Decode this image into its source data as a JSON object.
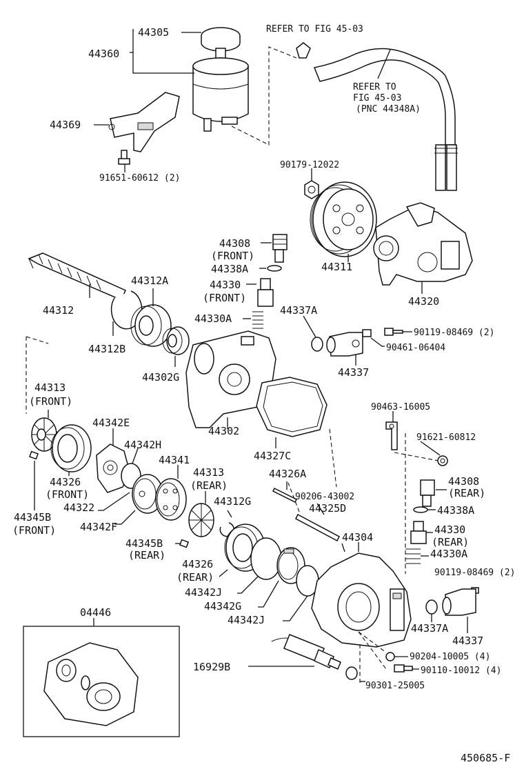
{
  "diagram_id": "450685-F",
  "references": {
    "top": "REFER TO FIG 45-03",
    "hose_line1": "REFER TO",
    "hose_line2": "FIG 45-03",
    "hose_line3": "(PNC 44348A)"
  },
  "callouts": [
    "44305",
    "44360",
    "44369",
    "91651-60612 (2)",
    "90179-12022",
    "44311",
    "44320",
    "44308",
    "(FRONT)",
    "44338A",
    "44330",
    "(FRONT)",
    "44330A",
    "44312A",
    "44312",
    "44312B",
    "44302G",
    "44337A",
    "90119-08469 (2)",
    "90461-06404",
    "44337",
    "44313",
    "(FRONT)",
    "44302",
    "44327C",
    "90463-16005",
    "91621-60812",
    "44342E",
    "44342H",
    "44341",
    "44313",
    "(REAR)",
    "44312G",
    "44326",
    "(FRONT)",
    "44322",
    "44342F",
    "44345B",
    "(FRONT)",
    "44326A",
    "90206-43002",
    "44325D",
    "44308",
    "(REAR)",
    "44338A",
    "44330",
    "(REAR)",
    "44330A",
    "44304",
    "44345B",
    "(REAR)",
    "44326",
    "(REAR)",
    "44342J",
    "44342G",
    "44342J",
    "90119-08469 (2)",
    "44337A",
    "44337",
    "04446",
    "16929B",
    "90204-10005 (4)",
    "90110-10012 (4)",
    "90301-25005"
  ]
}
